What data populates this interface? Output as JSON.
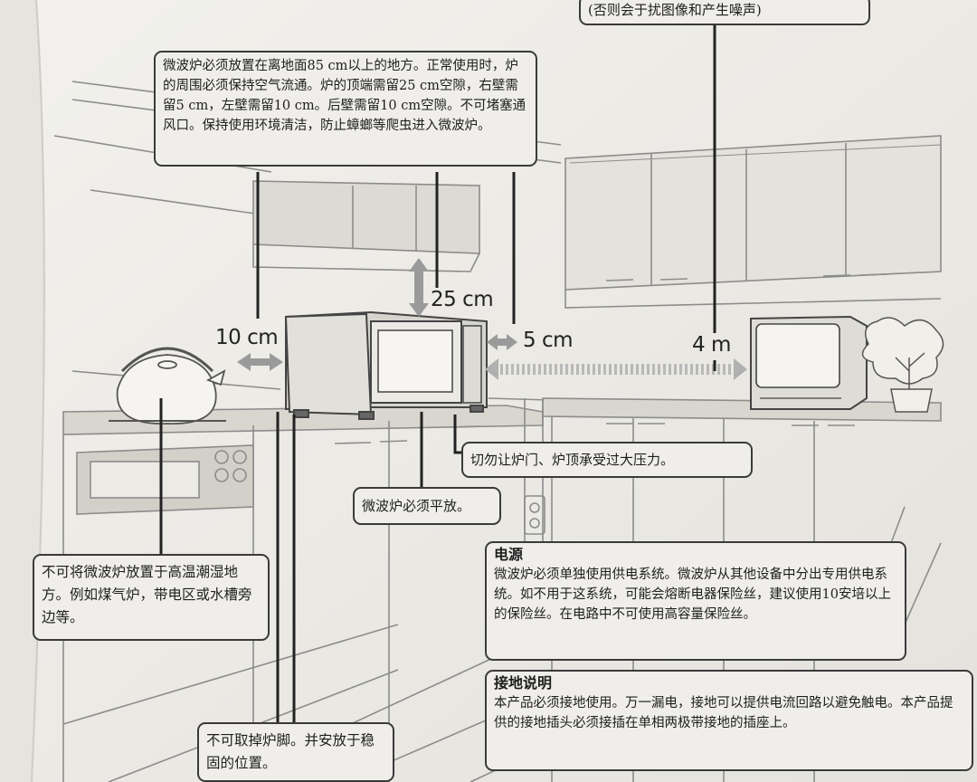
{
  "top_note": "(否则会于扰图像和产生噪声)",
  "placement_note": "微波炉必须放置在离地面85 cm以上的地方。正常使用时，炉的周围必须保持空气流通。炉的顶端需留25 cm空隙，右壁需留5 cm，左壁需留10 cm。后壁需留10 cm空隙。不可堵塞通风口。保持使用环境清洁，防止蟑螂等爬虫进入微波炉。",
  "dimensions": {
    "top": "25 cm",
    "left": "10 cm",
    "right": "5 cm",
    "tv": "4 m"
  },
  "no_pressure_note": "切勿让炉门、炉顶承受过大压力。",
  "level_note": "微波炉必须平放。",
  "no_humid_note": "不可将微波炉放置于高温潮湿地方。例如煤气炉，带电区或水槽旁边等。",
  "feet_note": "不可取掉炉脚。并安放于稳固的位置。",
  "power": {
    "title": "电源",
    "body": "微波炉必须单独使用供电系统。微波炉从其他设备中分出专用供电系统。如不用于这系统，可能会熔断电器保险丝，建议使用10安培以上的保险丝。在电路中不可使用高容量保险丝。"
  },
  "grounding": {
    "title": "接地说明",
    "body": "本产品必须接地使用。万一漏电，接地可以提供电流回路以避免触电。本产品提供的接地插头必须接插在单相两极带接地的插座上。"
  }
}
